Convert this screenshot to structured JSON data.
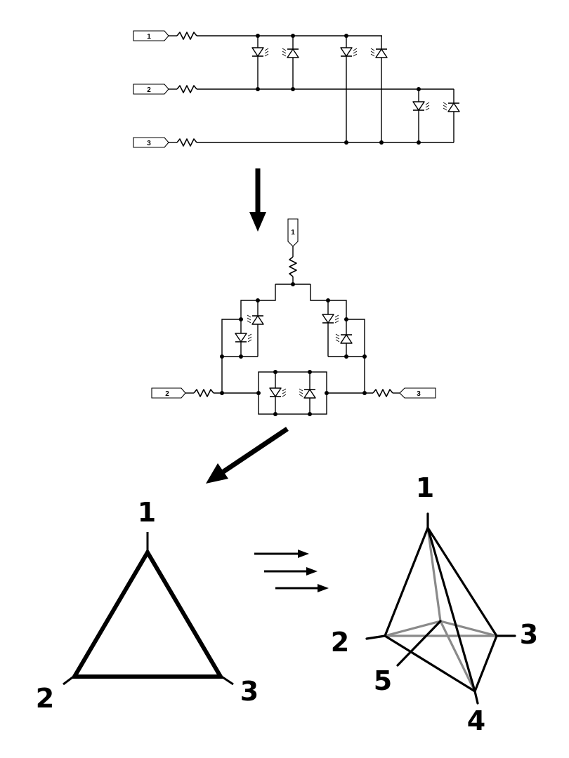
{
  "schematic_top": {
    "input_labels": [
      "1",
      "2",
      "3"
    ]
  },
  "schematic_mid": {
    "input_labels": [
      "1",
      "2",
      "3"
    ]
  },
  "graph_triangle": {
    "node_labels": [
      "1",
      "2",
      "3"
    ]
  },
  "graph_tetrahedron": {
    "node_labels": [
      "1",
      "2",
      "3",
      "4",
      "5"
    ]
  },
  "colors": {
    "line": "#000000",
    "hidden_edge": "#8a8a8a",
    "background": "#ffffff"
  }
}
